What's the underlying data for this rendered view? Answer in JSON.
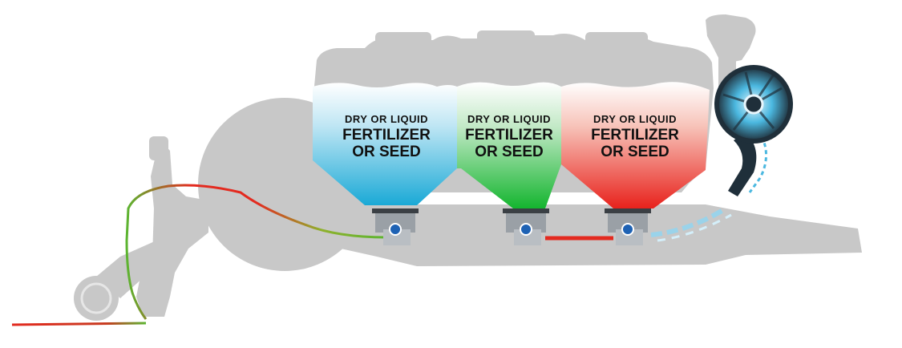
{
  "tanks": [
    {
      "line1": "DRY OR LIQUID",
      "line2": "FERTILIZER",
      "line3": "OR SEED",
      "color": "#1aa9d6"
    },
    {
      "line1": "DRY OR LIQUID",
      "line2": "FERTILIZER",
      "line3": "OR SEED",
      "color": "#1fb83a"
    },
    {
      "line1": "DRY OR LIQUID",
      "line2": "FERTILIZER",
      "line3": "OR SEED",
      "color": "#e8221c"
    }
  ],
  "colors": {
    "silhouette": "#c8c8c8",
    "hose_red": "#e32a1f",
    "hose_green": "#5cb531",
    "air_blue": "#5ec8ee",
    "meter": "#9aa0a6",
    "fan": "#2a3a45"
  },
  "icons": [
    "fan-icon",
    "meter-icon"
  ]
}
